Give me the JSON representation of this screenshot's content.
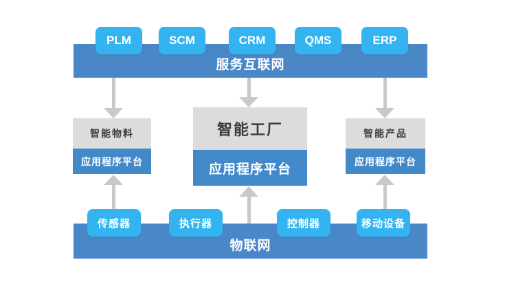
{
  "colors": {
    "button_blue": "#33b4f0",
    "bar_blue": "#4a87c6",
    "platform_blue": "#4289ca",
    "box_gray": "#dcdcdc",
    "box_text": "#3d3d3d",
    "arrow_gray": "#c9c9c9",
    "text_white": "#ffffff",
    "background": "#ffffff"
  },
  "service_layer": {
    "bar_label": "服务互联网",
    "buttons": [
      {
        "label": "PLM"
      },
      {
        "label": "SCM"
      },
      {
        "label": "CRM"
      },
      {
        "label": "QMS"
      },
      {
        "label": "ERP"
      }
    ]
  },
  "platforms": [
    {
      "title": "智能物料",
      "platform_label": "应用程序平台"
    },
    {
      "title": "智能工厂",
      "platform_label": "应用程序平台"
    },
    {
      "title": "智能产品",
      "platform_label": "应用程序平台"
    }
  ],
  "iot_layer": {
    "bar_label": "物联网",
    "buttons": [
      {
        "label": "传感器"
      },
      {
        "label": "执行器"
      },
      {
        "label": "控制器"
      },
      {
        "label": "移动设备"
      }
    ]
  },
  "arrows": [
    {
      "direction": "down",
      "from": "服务互联网",
      "to": "智能物料"
    },
    {
      "direction": "down",
      "from": "服务互联网",
      "to": "智能工厂"
    },
    {
      "direction": "down",
      "from": "服务互联网",
      "to": "智能产品"
    },
    {
      "direction": "up",
      "from": "物联网",
      "to": "智能物料"
    },
    {
      "direction": "up",
      "from": "物联网",
      "to": "智能工厂"
    },
    {
      "direction": "up",
      "from": "物联网",
      "to": "智能产品"
    }
  ]
}
